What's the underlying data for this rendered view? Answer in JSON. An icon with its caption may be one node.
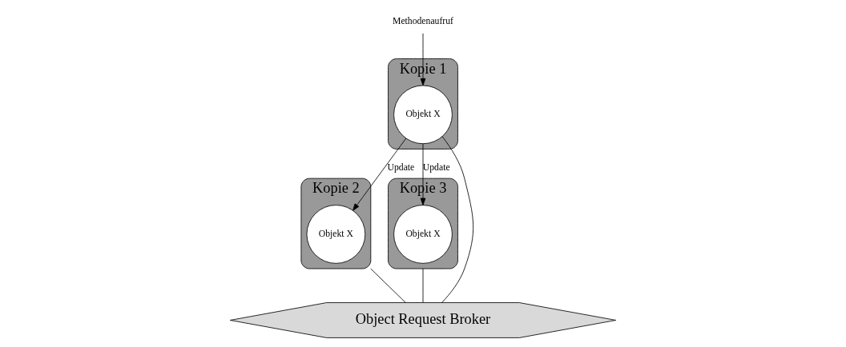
{
  "diagram": {
    "nodes": [
      {
        "text": [
          "Kopie 1"
        ]
      },
      {
        "text": [
          "Objekt X"
        ],
        "in": 0
      },
      {
        "text": [
          "Kopie 2"
        ]
      },
      {
        "text": [
          "Objekt X"
        ],
        "in": 2
      },
      {
        "text": [
          "Kopie 3"
        ]
      },
      {
        "text": [
          "Objekt X"
        ],
        "in": 4
      },
      {
        "text": [
          "Object Request Broker"
        ]
      },
      {
        "text": [
          "Methodenaufruf"
        ]
      }
    ],
    "edges": [
      {
        "from": 7,
        "to": 1,
        "arrow": "to"
      },
      {
        "from": 1,
        "to": 3,
        "arrow": "to",
        "label": "Update"
      },
      {
        "from": 1,
        "to": 5,
        "arrow": "to",
        "label": "Update"
      },
      {
        "from": 1,
        "to": 6,
        "arrow": "none"
      },
      {
        "from": 2,
        "to": 6,
        "arrow": "none"
      },
      {
        "from": 4,
        "to": 6,
        "arrow": "none"
      }
    ]
  }
}
